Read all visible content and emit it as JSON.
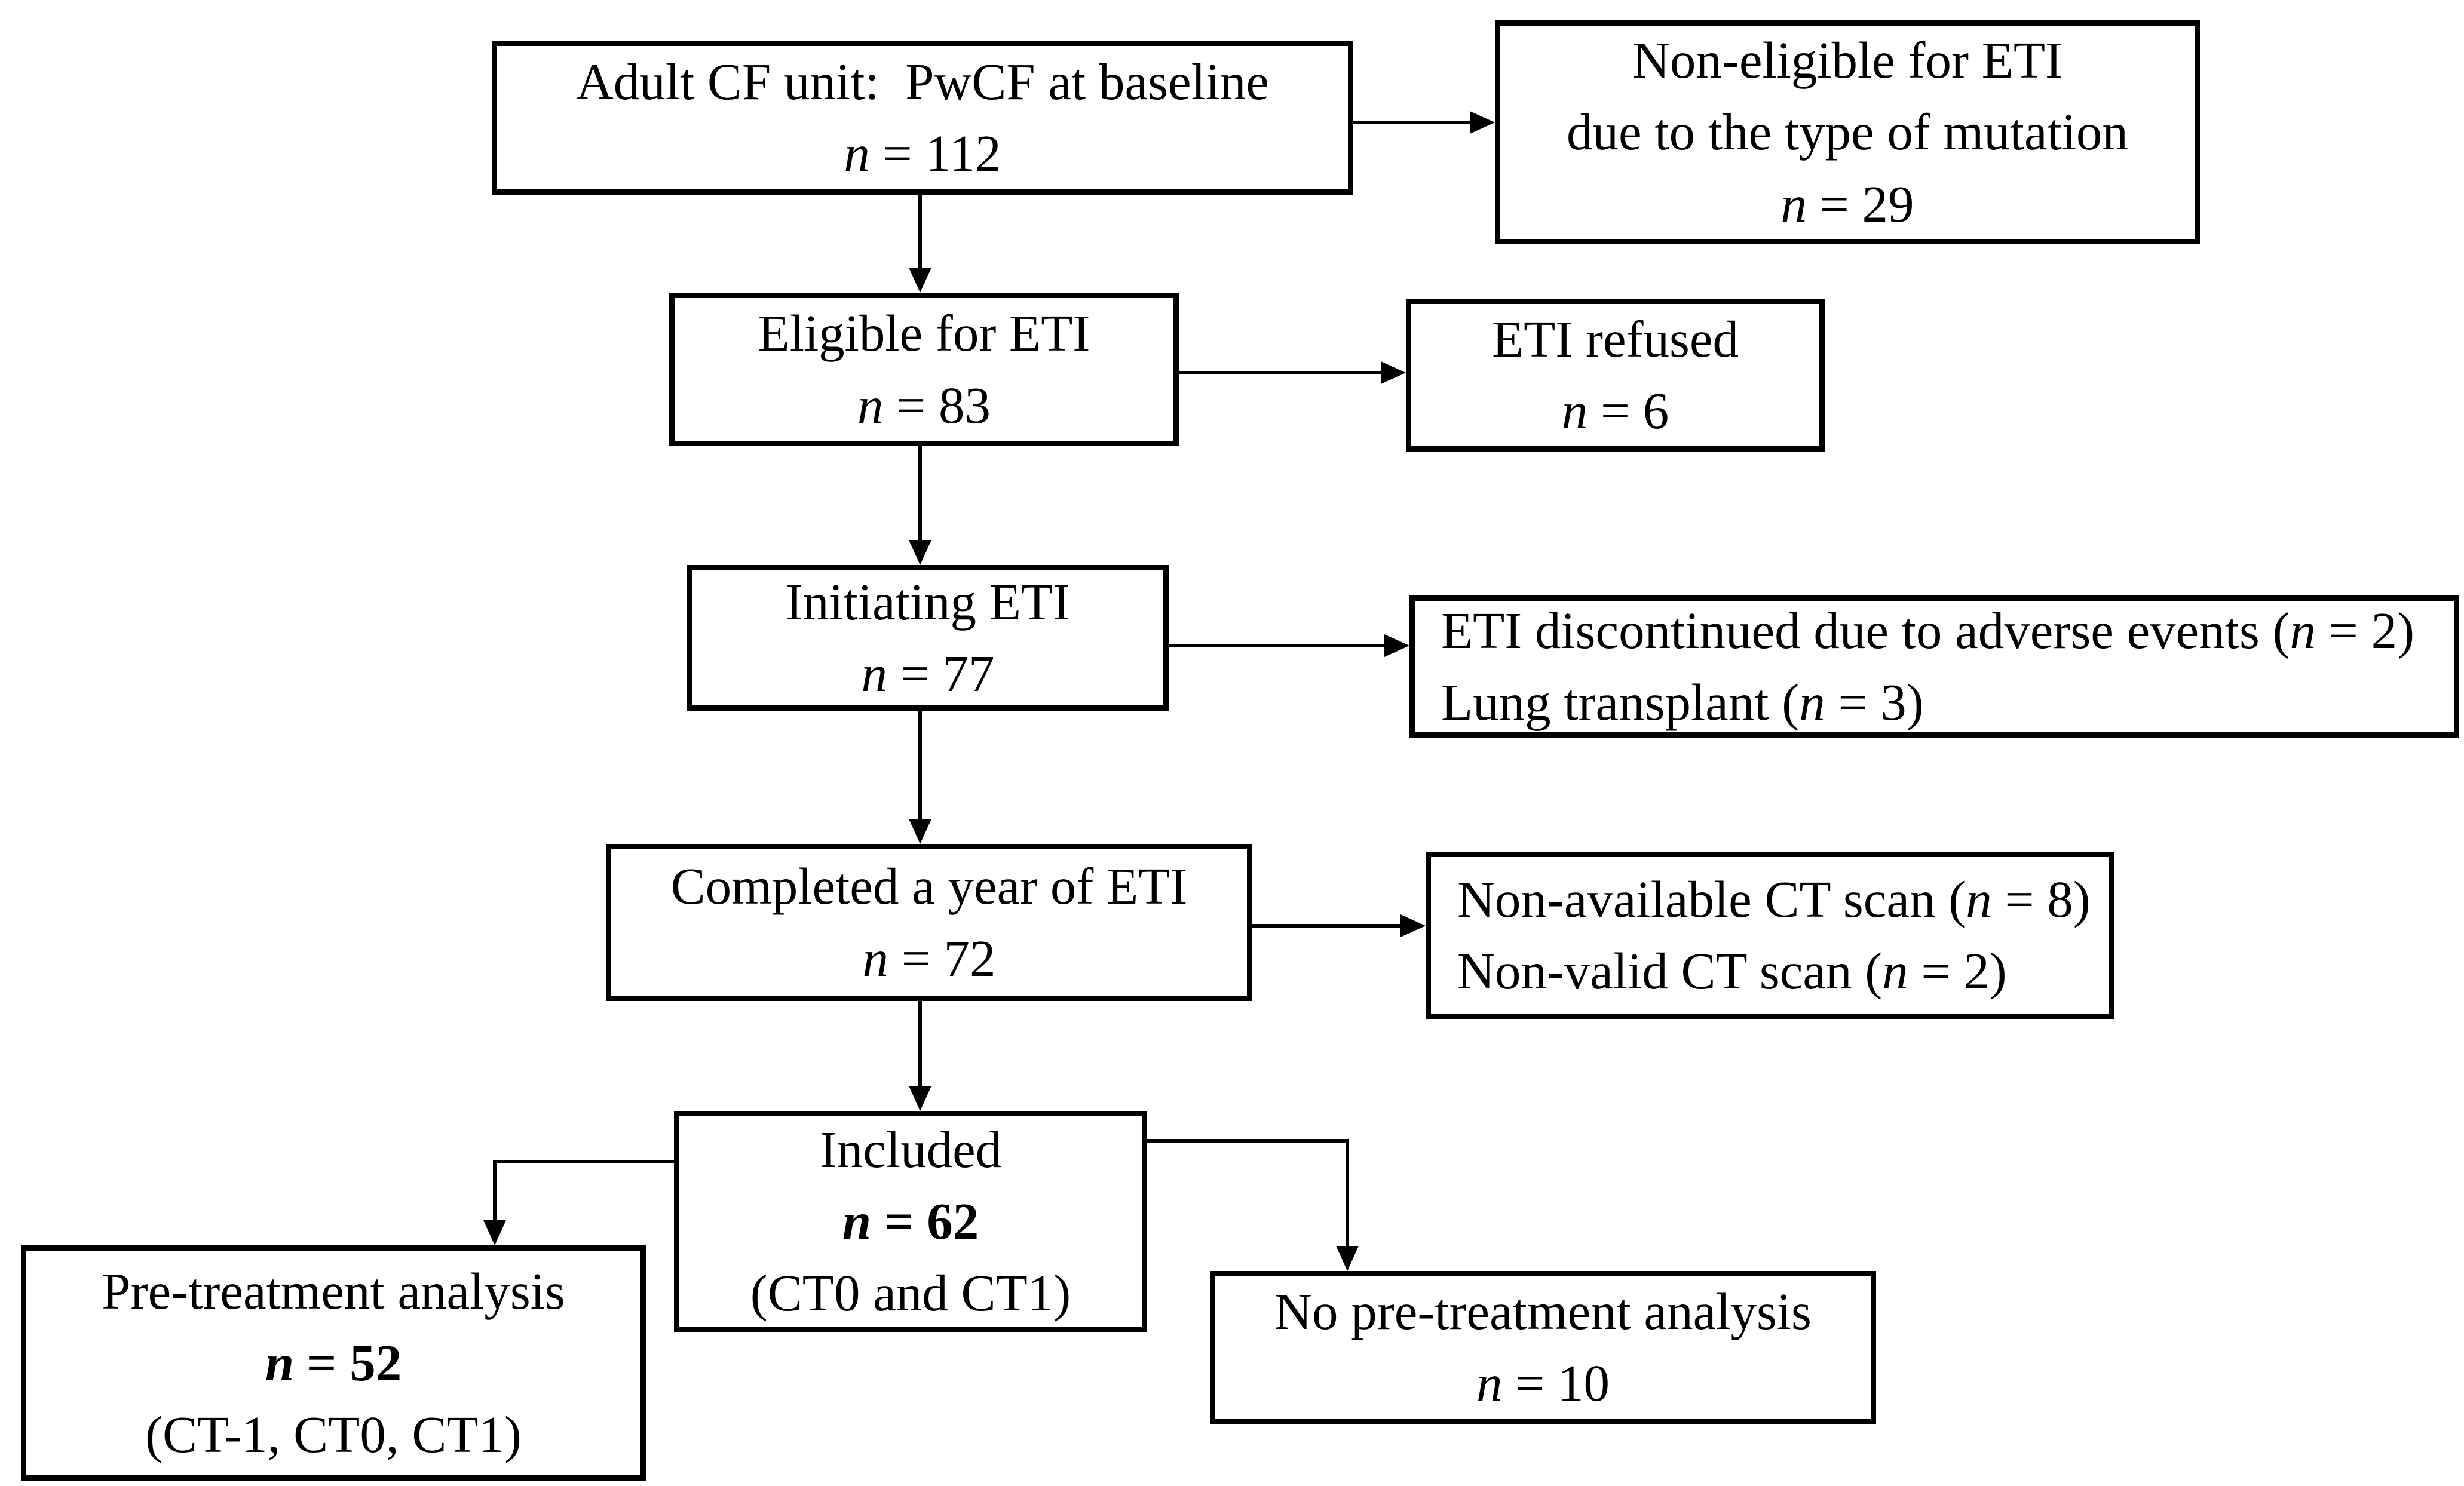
{
  "figure": {
    "type": "study-flow-diagram",
    "colors": {
      "line": "#000000",
      "background": "#ffffff",
      "text": "#000000"
    }
  },
  "boxes": {
    "adult_cf": {
      "line1": "Adult CF unit:  PwCF at baseline",
      "line2": "*n* = 112"
    },
    "non_eligible": {
      "line1": "Non-eligible for ETI",
      "line2": "due to the type of mutation",
      "line3": "*n* = 29"
    },
    "eligible": {
      "line1": "Eligible for ETI",
      "line2": "*n* = 83"
    },
    "eti_refused": {
      "line1": "ETI refused",
      "line2": "*n* = 6"
    },
    "initiating": {
      "line1": "Initiating ETI",
      "line2": "*n* = 77"
    },
    "discontinued": {
      "line1": "ETI discontinued due to adverse events (*n* = 2)",
      "line2": "Lung transplant (*n* = 3)"
    },
    "completed": {
      "line1": "Completed a year of ETI",
      "line2": "*n* = 72"
    },
    "non_available": {
      "line1": "Non-available CT scan (*n* = 8)",
      "line2": "Non-valid CT scan (*n* = 2)"
    },
    "included": {
      "line1": "Included",
      "line2": "*n* = 62",
      "line3": "(CT0 and CT1)"
    },
    "pre_treatment": {
      "line1": "Pre-treatment analysis",
      "line2": "*n* = 52",
      "line3": "(CT-1, CT0, CT1)"
    },
    "no_pre_treatment": {
      "line1": "No pre-treatment analysis",
      "line2": "*n* = 10"
    }
  }
}
